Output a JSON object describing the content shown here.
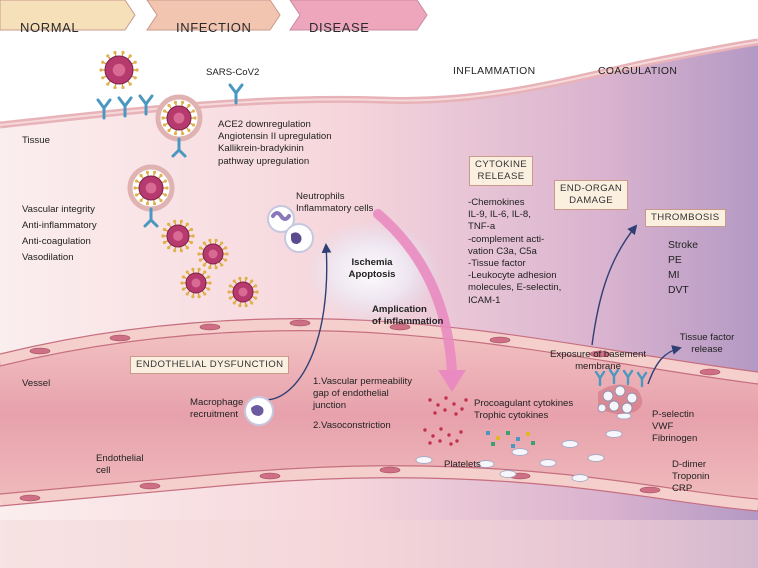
{
  "colors": {
    "phase_normal": "#f6e0b9",
    "phase_infection": "#f2c5b1",
    "phase_disease": "#eea6bd",
    "tissue_left": "#f9e7e6",
    "tissue_right": "#b9a0c8",
    "vessel": "#e9a9b1",
    "endothelium": "#f2c9c2",
    "virus": "#b63a6d",
    "receptor": "#4a98bf",
    "arrow_navy": "#2f3f74",
    "arrow_pink": "#e98bc0",
    "box_bg": "#fbf0e0"
  },
  "phases": [
    "NORMAL",
    "INFECTION",
    "DISEASE"
  ],
  "headers": {
    "inflammation": "INFLAMMATION",
    "coagulation": "COAGULATION"
  },
  "labels": {
    "sars": "SARS-CoV2",
    "tissue": "Tissue",
    "vessel": "Vessel",
    "endothelial_cell": [
      "Endothelial",
      "cell"
    ],
    "ace2": [
      "ACE2 downregulation",
      "Angiotensin II upregulation",
      "Kallikrein-bradykinin",
      "pathway upregulation"
    ],
    "normal_functions": [
      "Vascular integrity",
      "Anti-inflammatory",
      "Anti-coagulation",
      "Vasodilation"
    ],
    "neutrophils": [
      "Neutrophils",
      "Inflammatory cells"
    ],
    "ischemia": [
      "Ischemia",
      "Apoptosis"
    ],
    "amplification": [
      "Amplication",
      "of inflammation"
    ],
    "endothelial_dysfunction": "ENDOTHELIAL DYSFUNCTION",
    "macrophage": [
      "Macrophage",
      "recruitment"
    ],
    "permeability": [
      "1.Vascular permeability",
      "gap of endothelial",
      "junction"
    ],
    "vasoconstriction": "2.Vasoconstriction",
    "cytokine_release": [
      "CYTOKINE",
      "RELEASE"
    ],
    "cytokine_list": [
      "-Chemokines",
      "IL-9, IL-6, IL-8,",
      "TNF-a",
      "-complement acti-",
      "vation C3a, C5a",
      "-Tissue factor",
      "-Leukocyte adhesion",
      "molecules, E-selectin,",
      "ICAM-1"
    ],
    "end_organ": [
      "END-ORGAN",
      "DAMAGE"
    ],
    "thrombosis": "THROMBOSIS",
    "thrombosis_list": [
      "Stroke",
      "PE",
      "MI",
      "DVT"
    ],
    "procoagulant": [
      "Procoagulant cytokines",
      "Trophic cytokines"
    ],
    "platelets": "Platelets",
    "exposure": [
      "Exposure of basement",
      "membrane"
    ],
    "tissue_factor": [
      "Tissue factor",
      "release"
    ],
    "pselectin": [
      "P-selectin",
      "VWF",
      "Fibrinogen"
    ],
    "ddimer": [
      "D-dimer",
      "Troponin",
      "CRP"
    ]
  }
}
